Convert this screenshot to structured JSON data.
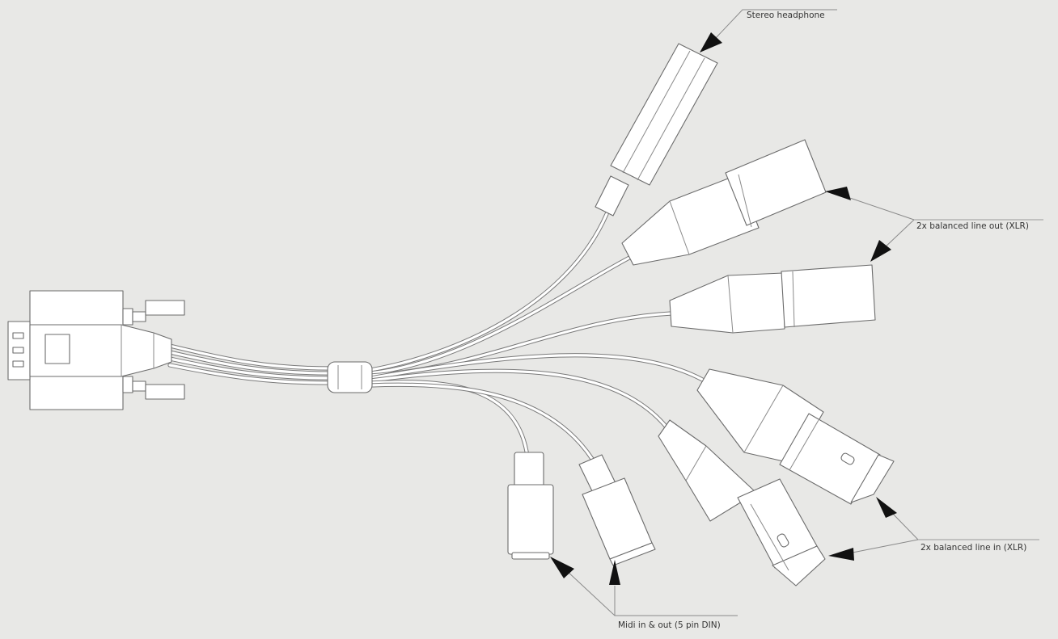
{
  "labels": {
    "stereo_headphone": "Stereo headphone",
    "balanced_line_out": "2x balanced line out (XLR)",
    "balanced_line_in": "2x balanced line in (XLR)",
    "midi": "Midi in & out (5 pin DIN)"
  },
  "colors": {
    "background": "#e8e8e6",
    "connector_fill": "#ffffff",
    "outline": "#6b6b6b",
    "arrow": "#111111"
  }
}
